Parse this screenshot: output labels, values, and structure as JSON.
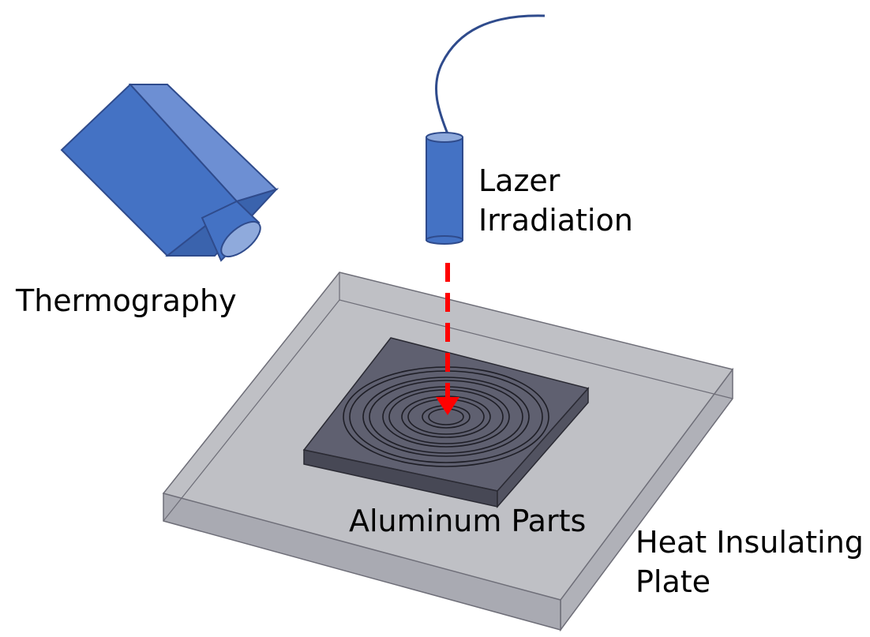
{
  "labels": {
    "laser_line1": "Lazer",
    "laser_line2": "Irradiation",
    "thermography": "Thermography",
    "aluminum": "Aluminum Parts",
    "plate_line1": "Heat Insulating",
    "plate_line2": "Plate"
  },
  "colors": {
    "device_blue": "#4472c4",
    "plate_gray": "#bfbfc4",
    "part_dark": "#5f6070",
    "laser_red": "#ff0000",
    "cable_navy": "#2f4b8c"
  }
}
